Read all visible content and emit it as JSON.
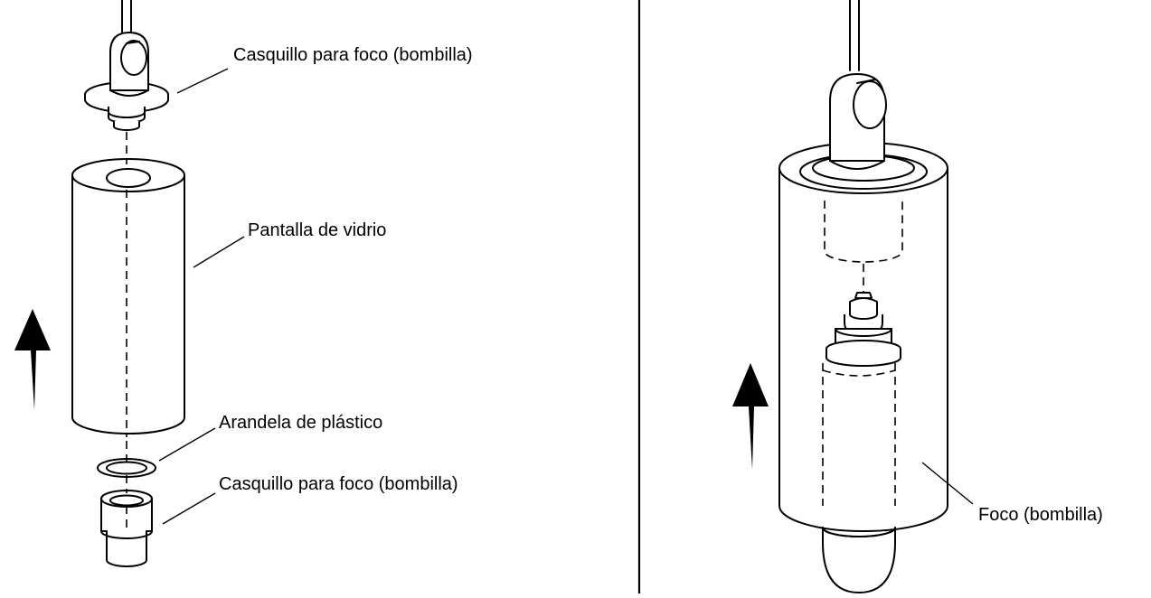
{
  "labels": {
    "upper_socket": "Casquillo para foco (bombilla)",
    "glass_shade": "Pantalla de vidrio",
    "plastic_washer": "Arandela de plástico",
    "lower_socket": "Casquillo para foco (bombilla)",
    "bulb": "Foco (bombilla)"
  },
  "colors": {
    "ink": "#000000",
    "background": "#ffffff"
  }
}
